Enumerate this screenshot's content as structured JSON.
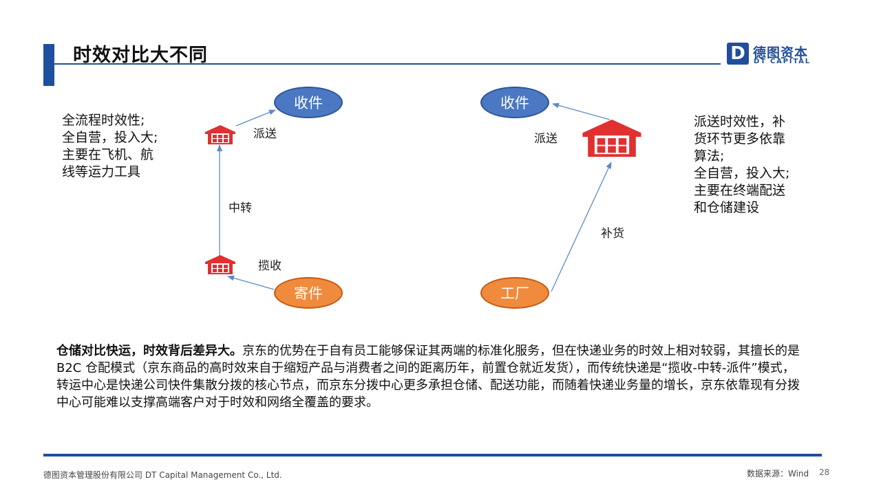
{
  "header": {
    "title": "时效对比大不同"
  },
  "logo": {
    "mark": "D",
    "name_cn": "德图资本",
    "name_en": "DT CAPITAL"
  },
  "left_diagram": {
    "receive": "收件",
    "send": "寄件",
    "label_deliver": "派送",
    "label_transfer": "中转",
    "label_collect": "揽收",
    "description": [
      "全流程时效性;",
      "全自营，投入大;",
      "主要在飞机、航",
      "线等运力工具"
    ]
  },
  "right_diagram": {
    "receive": "收件",
    "factory": "工厂",
    "label_deliver": "派送",
    "label_restock": "补货",
    "description": [
      "派送时效性，补",
      "货环节更多依靠",
      "算法;",
      "全自营，投入大;",
      "主要在终端配送",
      "和仓储建设"
    ]
  },
  "body": {
    "bold_lead": "仓储对比快运，时效背后差异大。",
    "text": "京东的优势在于自有员工能够保证其两端的标准化服务，但在快递业务的时效上相对较弱，其擅长的是 B2C 仓配模式（京东商品的高时效来自于缩短产品与消费者之间的距离历年，前置仓就近发货），而传统快递是“揽收-中转-派件”模式，转运中心是快递公司快件集散分拨的核心节点，而京东分拨中心更多承担仓储、配送功能，而随着快递业务量的增长，京东依靠现有分拨中心可能难以支撑高端客户对于时效和网络全覆盖的要求。"
  },
  "footer": {
    "company": "德图资本管理股份有限公司  DT Capital  Management  Co., Ltd.",
    "source": "数据来源：Wind",
    "page": "28"
  },
  "colors": {
    "brand": "#1f4e9c",
    "oval_blue": "#4a78c2",
    "oval_orange": "#f08a3c",
    "warehouse_red": "#e03030",
    "arrow": "#5b8ac6"
  }
}
